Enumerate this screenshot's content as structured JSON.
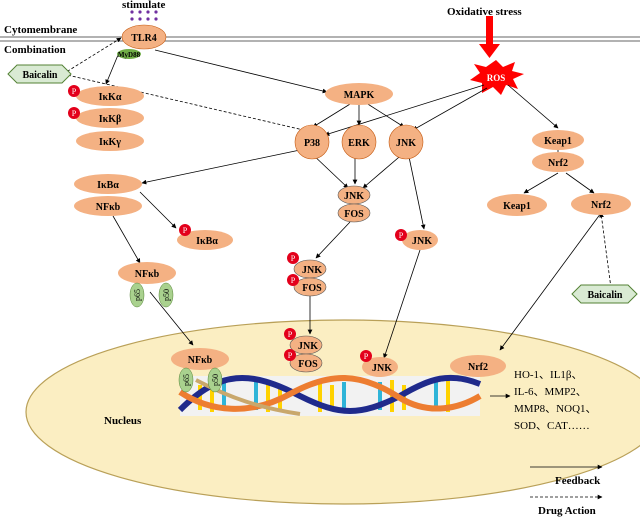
{
  "labels": {
    "stimulate": "stimulate",
    "cytomembrane": "Cytomembrane",
    "combination": "Combination",
    "oxidative_stress": "Oxidative stress",
    "nucleus": "Nucleus"
  },
  "nodes": {
    "tlr4": "TLR4",
    "myd88": "MyD88",
    "baicalin_left": "Baicalin",
    "baicalin_right": "Baicalin",
    "ros": "ROS",
    "ikka": "IκKα",
    "ikkb": "IκKβ",
    "ikky": "IκKγ",
    "mapk": "MAPK",
    "p38": "P38",
    "erk": "ERK",
    "jnk_top": "JNK",
    "keap1_top": "Keap1",
    "nrf2_top": "Nrf2",
    "keap1_split": "Keap1",
    "nrf2_split": "Nrf2",
    "ikba": "IκBα",
    "nfkb": "NFκb",
    "ikba_p": "IκBα",
    "jnk_complex": "JNK",
    "fos_complex": "FOS",
    "jnk_p_mid": "JNK",
    "fos_p_mid": "FOS",
    "jnk_right": "JNK",
    "nfkb_dimer": "NFκb",
    "p65": "p65",
    "p50": "p50",
    "nfkb_nuc": "NFκb",
    "p65_nuc": "p65",
    "p50_nuc": "p50",
    "jnk_nuc": "JNK",
    "fos_nuc": "FOS",
    "jnk_nuc_right": "JNK",
    "nrf2_nuc": "Nrf2",
    "phospho": "P"
  },
  "gene_targets": [
    "HO-1、IL1β、",
    "IL-6、MMP2、",
    "MMP8、NOQ1、",
    "SOD、CAT……"
  ],
  "legend": {
    "feedback": "Feedback",
    "drug_action": "Drug  Action"
  },
  "colors": {
    "node_fill": "#f4b183",
    "node_stroke": "#c55a11",
    "green_fill": "#a9d18e",
    "ros_red": "#ff0000",
    "nucleus_fill": "#fbeec2",
    "phospho_red": "#e3001b",
    "dna_blue": "#1f2a8c",
    "dna_orange": "#ed7d31",
    "dna_cyan": "#2fb4d8",
    "dna_yellow": "#ffd200"
  }
}
